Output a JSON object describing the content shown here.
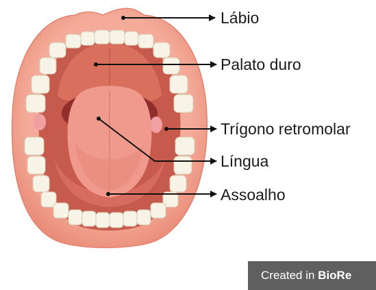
{
  "labels": {
    "labio": "Lábio",
    "palato_duro": "Palato duro",
    "trigono_retromolar": "Trígono retromolar",
    "lingua": "Língua",
    "assoalho": "Assoalho"
  },
  "credit": {
    "prefix": "Created in ",
    "brand": "BioRe"
  },
  "colors": {
    "lip": "#f2a08e",
    "lip_edge": "#e4816e",
    "cavity": "#c65a4c",
    "palate": "#d9705e",
    "throat": "#8f2e2a",
    "tongue": "#ef9a8d",
    "tongue_base": "#e37f73",
    "teeth": "#f7f3e6",
    "pointer": "#111111"
  }
}
